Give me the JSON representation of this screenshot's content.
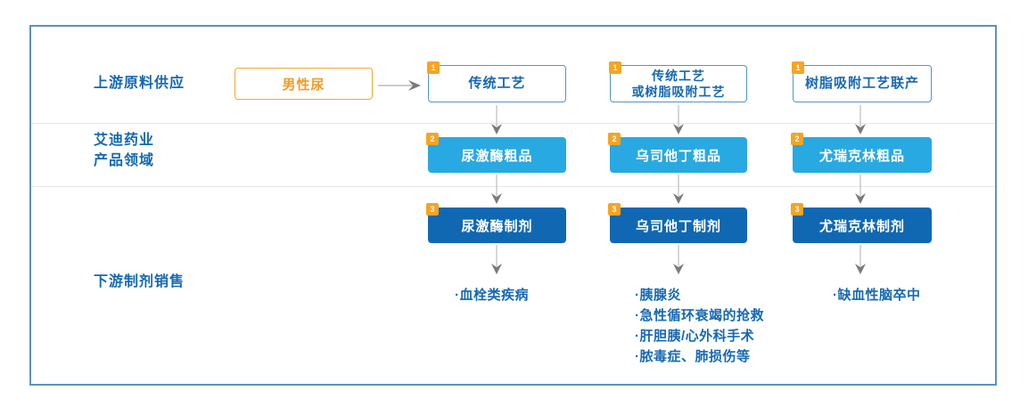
{
  "colors": {
    "panel_border": "#5d92be",
    "divider": "#e4e9ef",
    "accent_orange": "#f59a23",
    "badge_orange": "#f7a421",
    "crude_box_blue": "#29a9e1",
    "formulation_box_blue": "#1168b2",
    "text_blue": "#1568b3",
    "arrow_gray": "#7a7a7a"
  },
  "row_labels": {
    "upstream": "上游原料供应",
    "company_line1": "艾迪药业",
    "company_line2": "产品领域",
    "downstream": "下游制剂销售"
  },
  "steps": [
    "1",
    "2",
    "3"
  ],
  "source_box": {
    "label": "男性尿"
  },
  "columns": [
    {
      "process_lines": [
        "传统工艺"
      ],
      "crude": "尿激酶粗品",
      "formulation": "尿激酶制剂",
      "indications": [
        "·血栓类疾病"
      ]
    },
    {
      "process_lines": [
        "传统工艺",
        "或树脂吸附工艺"
      ],
      "crude": "乌司他丁粗品",
      "formulation": "乌司他丁制剂",
      "indications": [
        "·胰腺炎",
        "·急性循环衰竭的抢救",
        "·肝胆胰/心外科手术",
        "·脓毒症、肺损伤等"
      ]
    },
    {
      "process_lines": [
        "树脂吸附工艺联产"
      ],
      "crude": "尤瑞克林粗品",
      "formulation": "尤瑞克林制剂",
      "indications": [
        "·缺血性脑卒中"
      ]
    }
  ]
}
